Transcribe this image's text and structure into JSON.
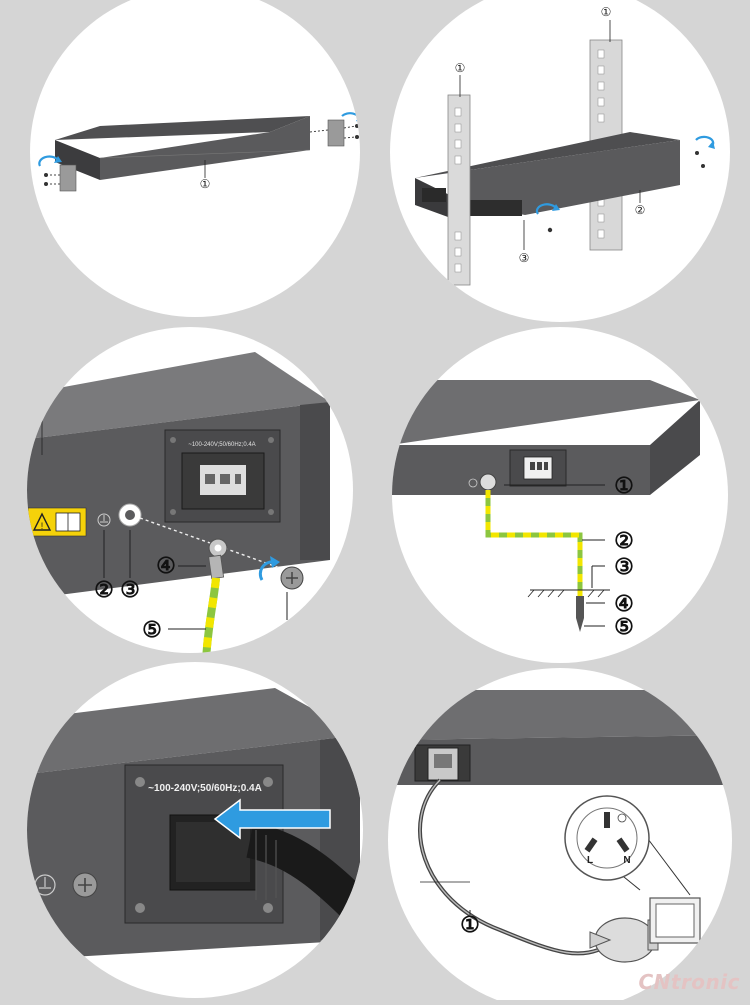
{
  "panels": {
    "p1": {
      "callouts": [
        "①"
      ]
    },
    "p2": {
      "callouts": [
        "①",
        "②",
        "③"
      ]
    },
    "p3": {
      "rating": "~100-240V;50/60Hz;0.4A",
      "callouts": [
        "②",
        "③",
        "④",
        "⑤"
      ]
    },
    "p4": {
      "callouts": [
        "①",
        "②",
        "③",
        "④",
        "⑤"
      ]
    },
    "p5": {
      "rating": "~100-240V;50/60Hz;0.4A"
    },
    "p6": {
      "callouts": [
        "①"
      ],
      "socket_labels": [
        "L",
        "N"
      ]
    }
  },
  "watermark": {
    "text": "CNtronic"
  },
  "colors": {
    "device": "#5b5b5d",
    "arrow": "#2f9be0",
    "ground_green": "#8cc63f",
    "ground_yellow": "#f2e600",
    "warning": "#f5d20a"
  }
}
